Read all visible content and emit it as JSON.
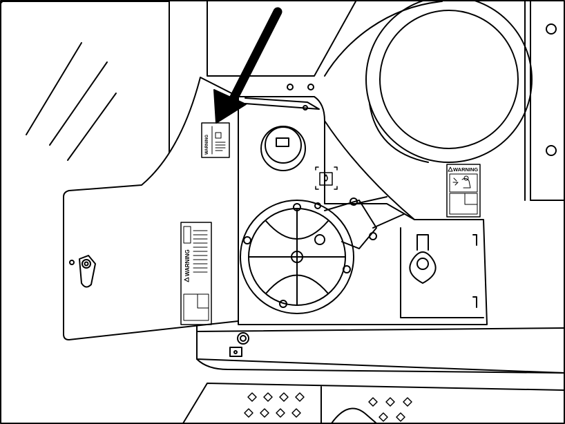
{
  "illustration": {
    "labels": {
      "door_warning_label": "WARNING",
      "door_small_decal_label": "WARNING",
      "compartment_warning_label": "WARNING"
    },
    "colors": {
      "line": "#000000",
      "background": "#ffffff"
    },
    "icons": {
      "callout_arrow": "arrow-down-left-icon",
      "hazard_symbol": "warning-triangle-icon"
    }
  }
}
